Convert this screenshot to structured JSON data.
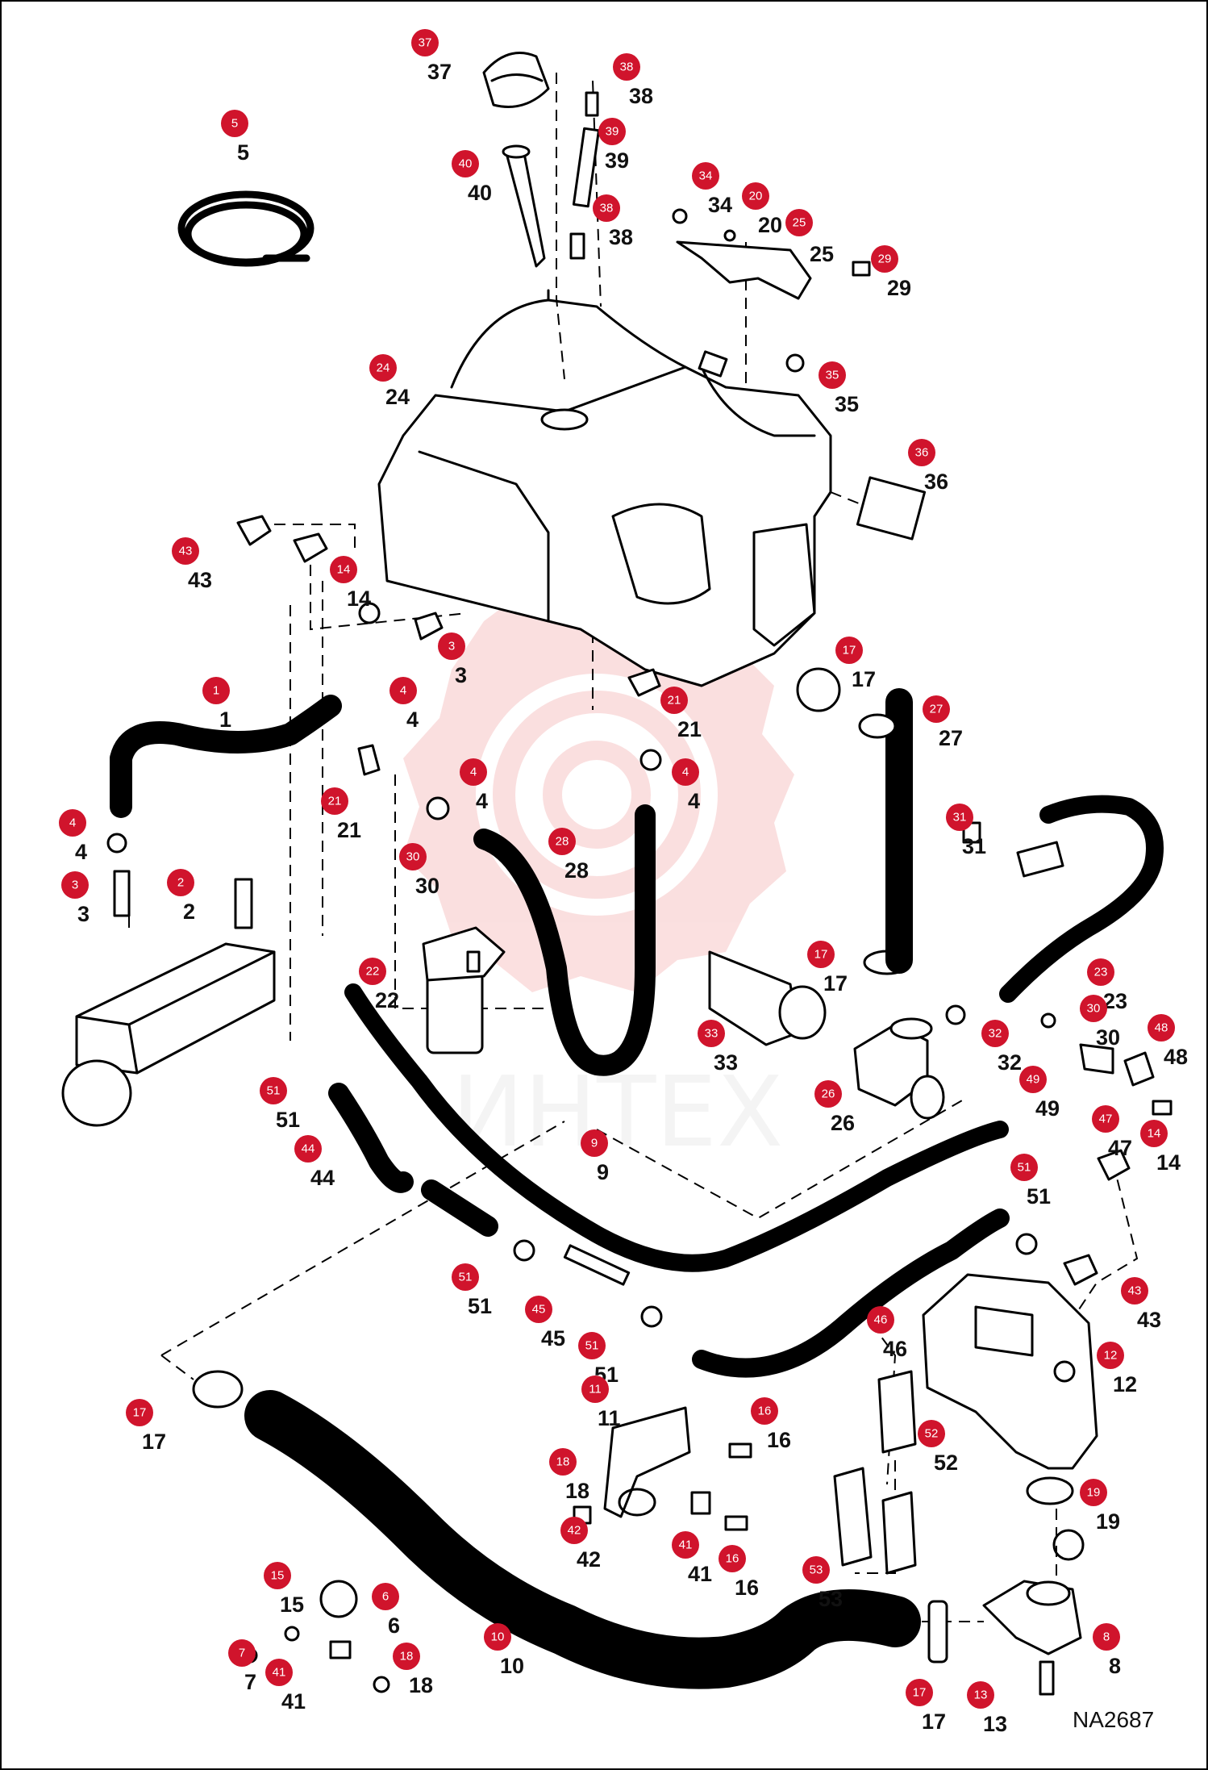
{
  "drawing_code": "NA2687",
  "watermark_text": "ИНТЕХ",
  "accent_color": "#d0142c",
  "callouts": [
    {
      "id": "c37",
      "n": "37",
      "label": "37"
    },
    {
      "id": "c38a",
      "n": "38",
      "label": "38"
    },
    {
      "id": "c5",
      "n": "5",
      "label": "5"
    },
    {
      "id": "c39",
      "n": "39",
      "label": "39"
    },
    {
      "id": "c40",
      "n": "40",
      "label": "40"
    },
    {
      "id": "c34",
      "n": "34",
      "label": "34"
    },
    {
      "id": "c20",
      "n": "20",
      "label": "20"
    },
    {
      "id": "c38b",
      "n": "38",
      "label": "38"
    },
    {
      "id": "c25",
      "n": "25",
      "label": "25"
    },
    {
      "id": "c29",
      "n": "29",
      "label": "29"
    },
    {
      "id": "c24",
      "n": "24",
      "label": "24"
    },
    {
      "id": "c35",
      "n": "35",
      "label": "35"
    },
    {
      "id": "c36",
      "n": "36",
      "label": "36"
    },
    {
      "id": "c43a",
      "n": "43",
      "label": "43"
    },
    {
      "id": "c14a",
      "n": "14",
      "label": "14"
    },
    {
      "id": "c3a",
      "n": "3",
      "label": "3"
    },
    {
      "id": "c17a",
      "n": "17",
      "label": "17"
    },
    {
      "id": "c1",
      "n": "1",
      "label": "1"
    },
    {
      "id": "c4a",
      "n": "4",
      "label": "4"
    },
    {
      "id": "c21a",
      "n": "21",
      "label": "21"
    },
    {
      "id": "c27",
      "n": "27",
      "label": "27"
    },
    {
      "id": "c4b",
      "n": "4",
      "label": "4"
    },
    {
      "id": "c4c",
      "n": "4",
      "label": "4"
    },
    {
      "id": "c21b",
      "n": "21",
      "label": "21"
    },
    {
      "id": "c31",
      "n": "31",
      "label": "31"
    },
    {
      "id": "c4d",
      "n": "4",
      "label": "4"
    },
    {
      "id": "c28",
      "n": "28",
      "label": "28"
    },
    {
      "id": "c30a",
      "n": "30",
      "label": "30"
    },
    {
      "id": "c3b",
      "n": "3",
      "label": "3"
    },
    {
      "id": "c2",
      "n": "2",
      "label": "2"
    },
    {
      "id": "c17b",
      "n": "17",
      "label": "17"
    },
    {
      "id": "c22",
      "n": "22",
      "label": "22"
    },
    {
      "id": "c23",
      "n": "23",
      "label": "23"
    },
    {
      "id": "c33",
      "n": "33",
      "label": "33"
    },
    {
      "id": "c30b",
      "n": "30",
      "label": "30"
    },
    {
      "id": "c32",
      "n": "32",
      "label": "32"
    },
    {
      "id": "c48",
      "n": "48",
      "label": "48"
    },
    {
      "id": "c49",
      "n": "49",
      "label": "49"
    },
    {
      "id": "c51a",
      "n": "51",
      "label": "51"
    },
    {
      "id": "c26",
      "n": "26",
      "label": "26"
    },
    {
      "id": "c47",
      "n": "47",
      "label": "47"
    },
    {
      "id": "c14b",
      "n": "14",
      "label": "14"
    },
    {
      "id": "c44",
      "n": "44",
      "label": "44"
    },
    {
      "id": "c9",
      "n": "9",
      "label": "9"
    },
    {
      "id": "c51b",
      "n": "51",
      "label": "51"
    },
    {
      "id": "c51c",
      "n": "51",
      "label": "51"
    },
    {
      "id": "c43b",
      "n": "43",
      "label": "43"
    },
    {
      "id": "c45",
      "n": "45",
      "label": "45"
    },
    {
      "id": "c46",
      "n": "46",
      "label": "46"
    },
    {
      "id": "c51d",
      "n": "51",
      "label": "51"
    },
    {
      "id": "c12",
      "n": "12",
      "label": "12"
    },
    {
      "id": "c11",
      "n": "11",
      "label": "11"
    },
    {
      "id": "c16a",
      "n": "16",
      "label": "16"
    },
    {
      "id": "c17c",
      "n": "17",
      "label": "17"
    },
    {
      "id": "c52",
      "n": "52",
      "label": "52"
    },
    {
      "id": "c18a",
      "n": "18",
      "label": "18"
    },
    {
      "id": "c42",
      "n": "42",
      "label": "42"
    },
    {
      "id": "c41a",
      "n": "41",
      "label": "41"
    },
    {
      "id": "c16b",
      "n": "16",
      "label": "16"
    },
    {
      "id": "c19",
      "n": "19",
      "label": "19"
    },
    {
      "id": "c53",
      "n": "53",
      "label": "53"
    },
    {
      "id": "c15",
      "n": "15",
      "label": "15"
    },
    {
      "id": "c6",
      "n": "6",
      "label": "6"
    },
    {
      "id": "c10",
      "n": "10",
      "label": "10"
    },
    {
      "id": "c8",
      "n": "8",
      "label": "8"
    },
    {
      "id": "c7",
      "n": "7",
      "label": "7"
    },
    {
      "id": "c41b",
      "n": "41",
      "label": "41"
    },
    {
      "id": "c18b",
      "n": "18",
      "label": "18"
    },
    {
      "id": "c17d",
      "n": "17",
      "label": "17"
    },
    {
      "id": "c13",
      "n": "13",
      "label": "13"
    }
  ]
}
